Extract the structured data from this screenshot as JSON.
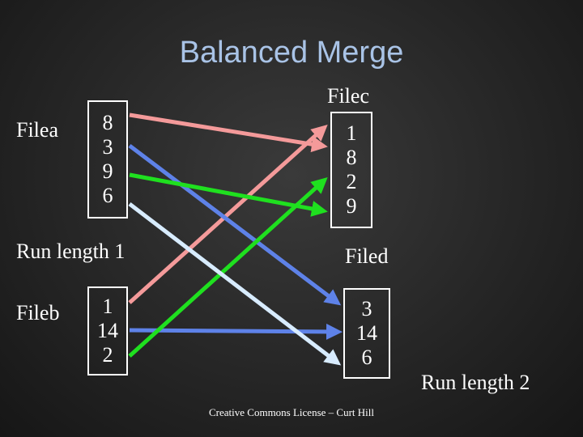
{
  "title": "Balanced Merge",
  "filea": {
    "label": "Filea",
    "values": [
      "8",
      "3",
      "9",
      "6"
    ]
  },
  "fileb": {
    "label": "Fileb",
    "values": [
      "1",
      "14",
      "2"
    ]
  },
  "filec": {
    "label": "Filec",
    "values": [
      "1",
      "8",
      "2",
      "9"
    ]
  },
  "filed": {
    "label": "Filed",
    "values": [
      "3",
      "14",
      "6"
    ]
  },
  "run_length_1": "Run length 1",
  "run_length_2": "Run length 2",
  "footer": "Creative Commons License – Curt Hill",
  "colors": {
    "arrow_pink": "#f49a9a",
    "arrow_blue": "#5e82e8",
    "arrow_green": "#1fe01f",
    "arrow_white": "#d8ecff"
  }
}
